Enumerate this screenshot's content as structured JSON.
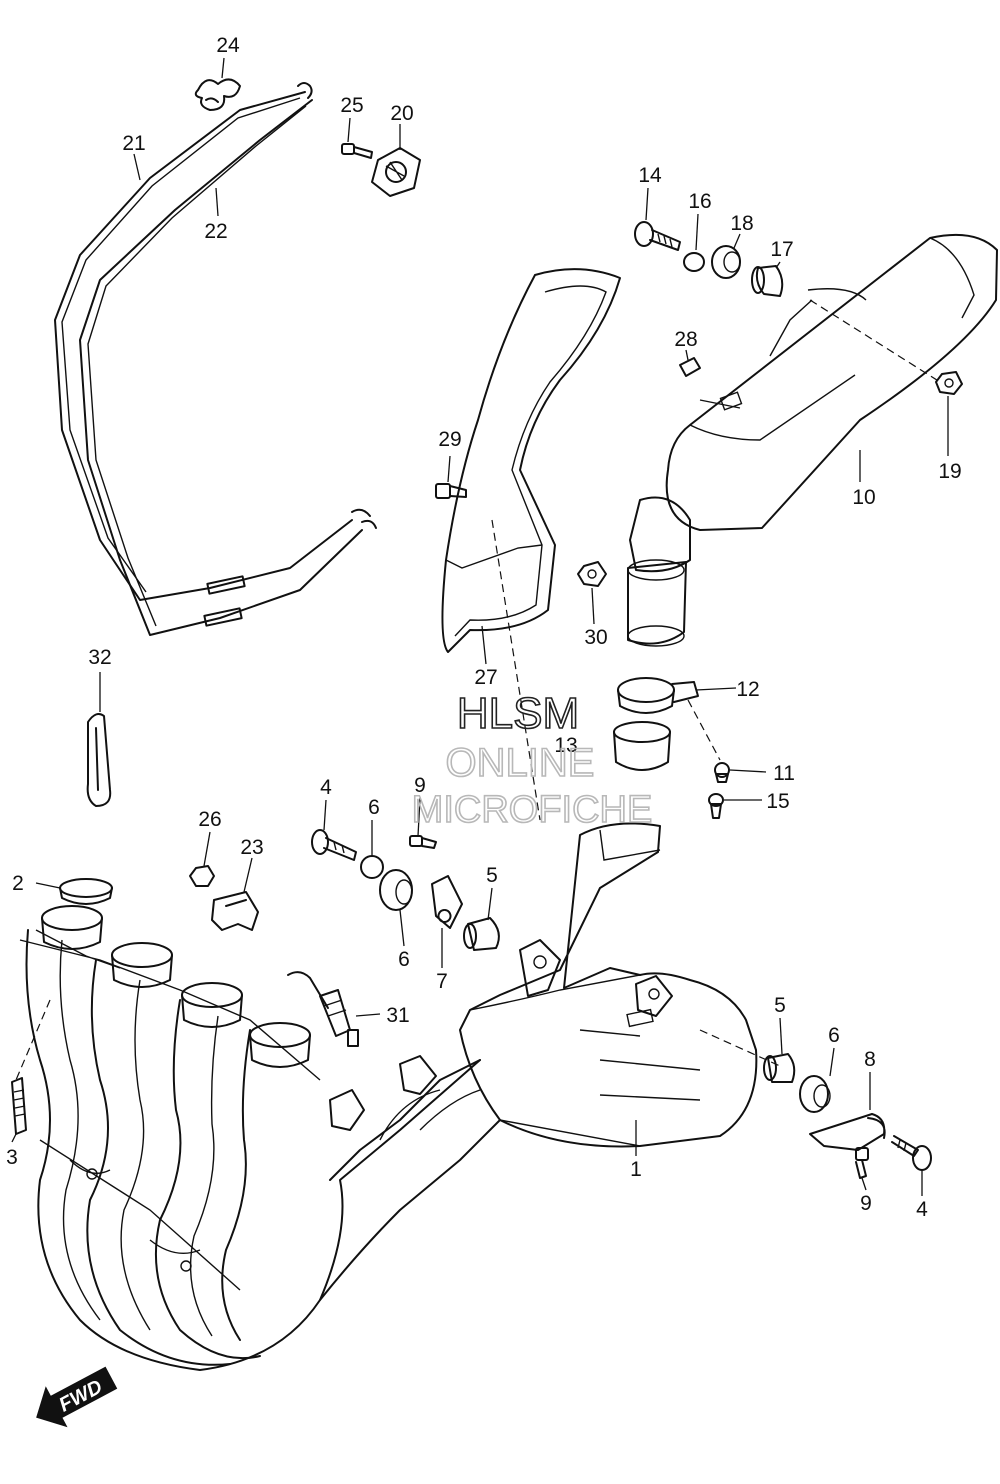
{
  "watermark": {
    "line1": "HLSM",
    "line2": "ONLINE",
    "line3": "MICROFICHE",
    "color_dark": "#222222",
    "color_light": "#b8b8b8"
  },
  "direction_badge": "FWD",
  "callouts": {
    "c1": "1",
    "c2": "2",
    "c3": "3",
    "c4a": "4",
    "c4b": "4",
    "c5a": "5",
    "c5b": "5",
    "c6a": "6",
    "c6b": "6",
    "c6c": "6",
    "c7": "7",
    "c8": "8",
    "c9a": "9",
    "c9b": "9",
    "c10": "10",
    "c11": "11",
    "c12": "12",
    "c13": "13",
    "c14": "14",
    "c15": "15",
    "c16": "16",
    "c17": "17",
    "c18": "18",
    "c19": "19",
    "c20": "20",
    "c21": "21",
    "c22": "22",
    "c23": "23",
    "c24": "24",
    "c25": "25",
    "c26": "26",
    "c27": "27",
    "c28": "28",
    "c29": "29",
    "c30": "30",
    "c31": "31",
    "c32": "32"
  }
}
